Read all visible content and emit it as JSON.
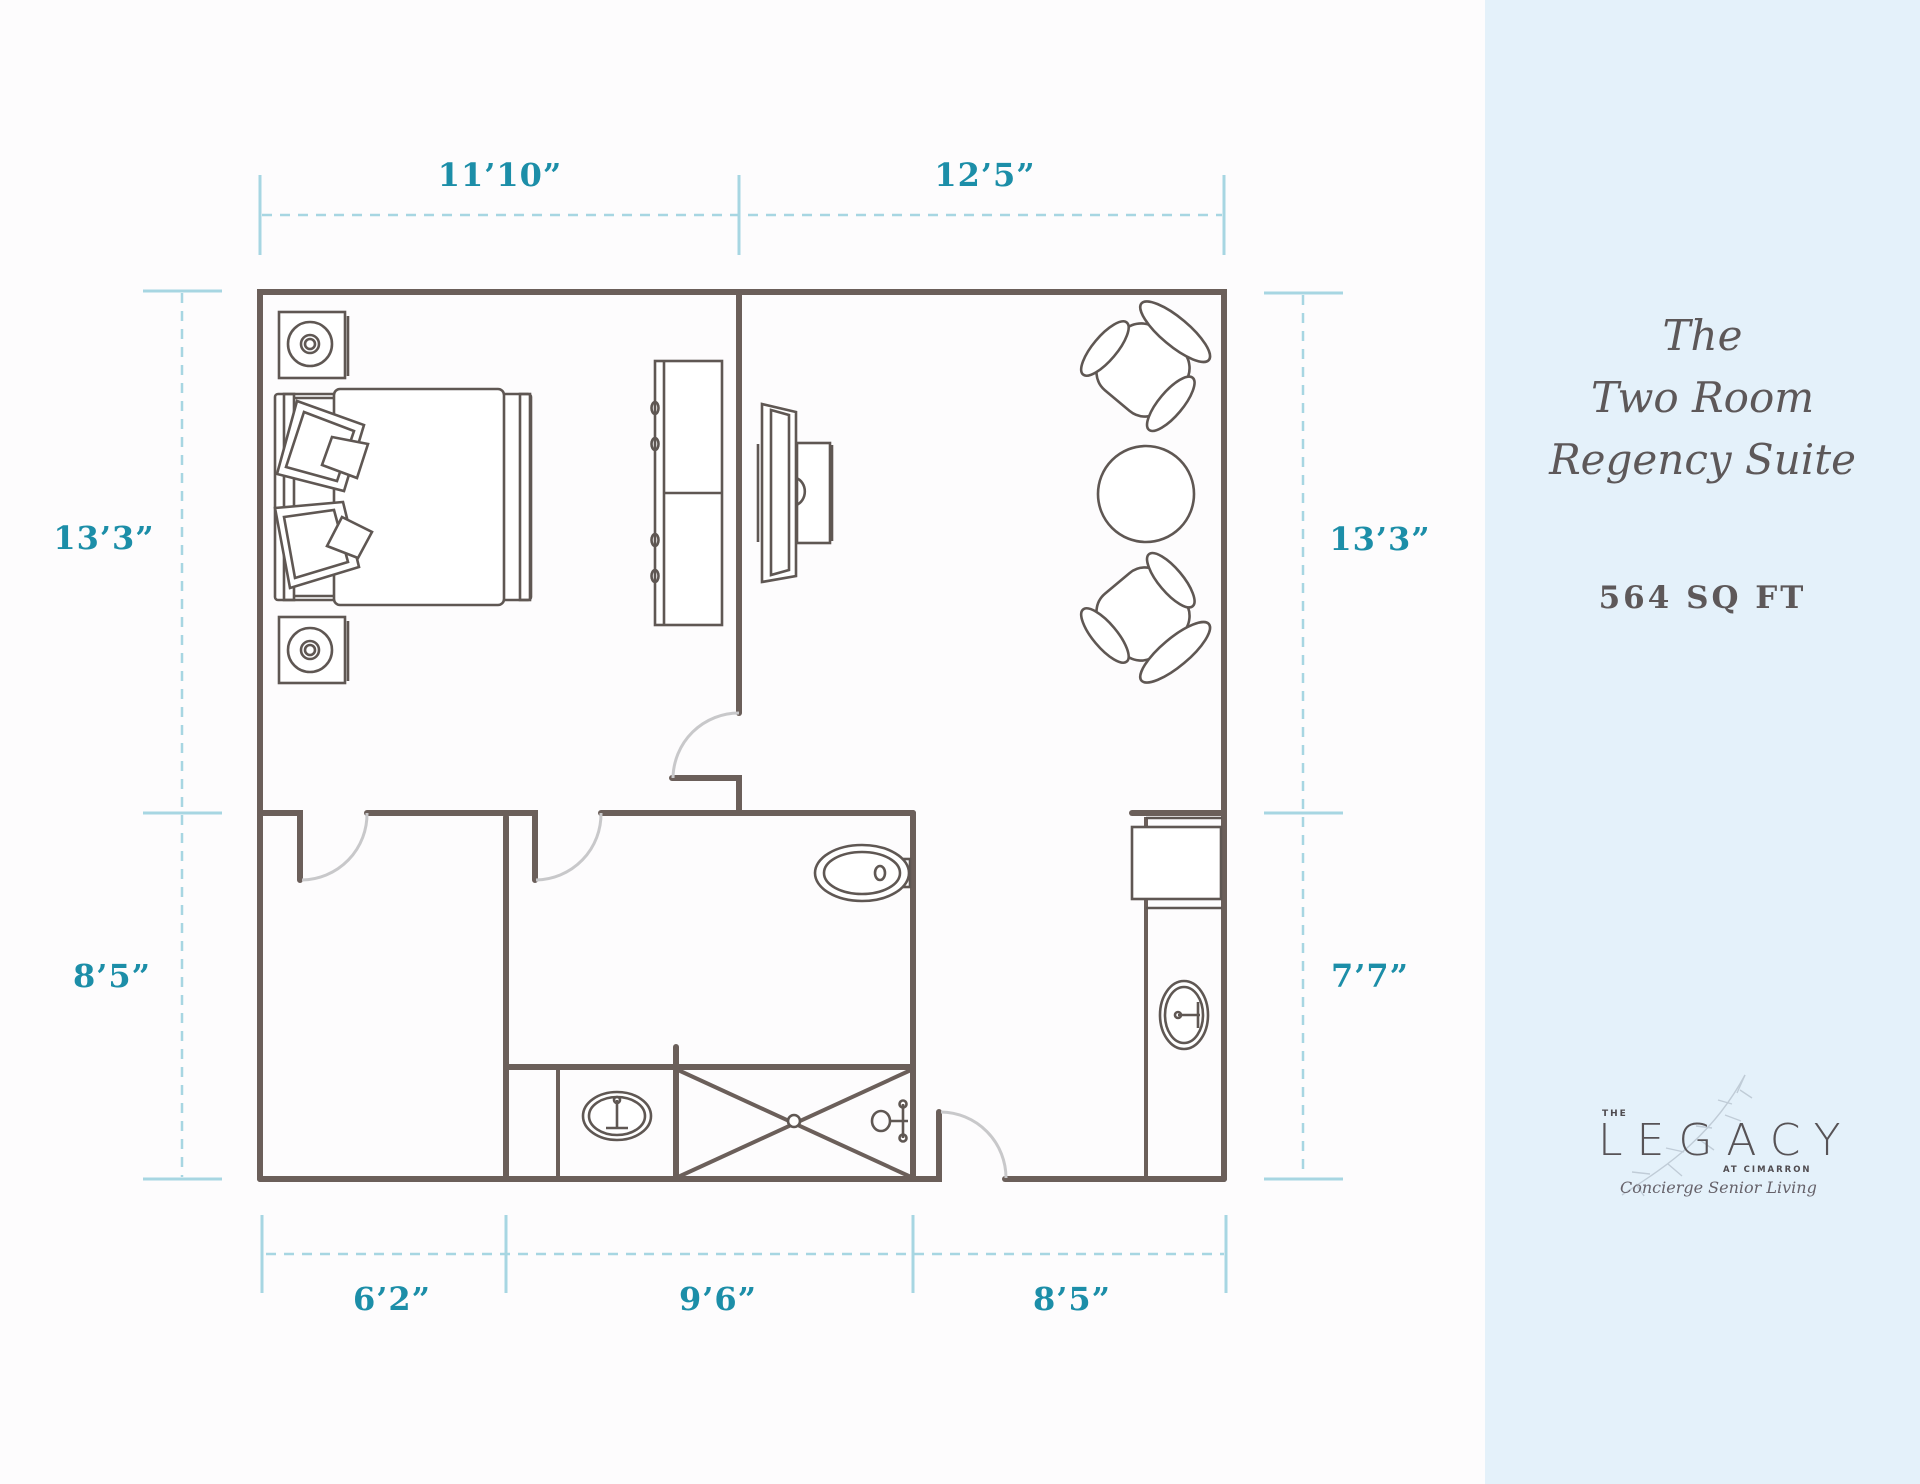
{
  "suite": {
    "title_lines": [
      "The",
      "Two Room",
      "Regency Suite"
    ],
    "area": "564 SQ FT"
  },
  "logo": {
    "the": "THE",
    "name": "LEGACY",
    "sub": "AT CIMARRON",
    "tagline": "Concierge Senior Living"
  },
  "dimensions": {
    "top": [
      "11’10”",
      "12’5”"
    ],
    "bottom": [
      "6’2”",
      "9’6”",
      "8’5”"
    ],
    "left": [
      "13’3”",
      "8’5”"
    ],
    "right": [
      "13’3”",
      "7’7”"
    ]
  },
  "rooms": {
    "bedroom": {
      "furniture": [
        "nightstand",
        "bed",
        "nightstand",
        "dresser"
      ]
    },
    "living_room": {
      "furniture": [
        "tv-stand",
        "armchair",
        "round-table",
        "armchair"
      ]
    },
    "closet": {},
    "bathroom": {
      "fixtures": [
        "toilet",
        "sink",
        "shower"
      ]
    },
    "kitchenette": {
      "fixtures": [
        "appliance",
        "sink"
      ]
    }
  },
  "colors": {
    "wall": "#6b5f5a",
    "dimension_text": "#1c8ea8",
    "dimension_line": "#a7d6e2",
    "sidebar_bg": "#e4f1fa",
    "title_text": "#5d5859"
  }
}
